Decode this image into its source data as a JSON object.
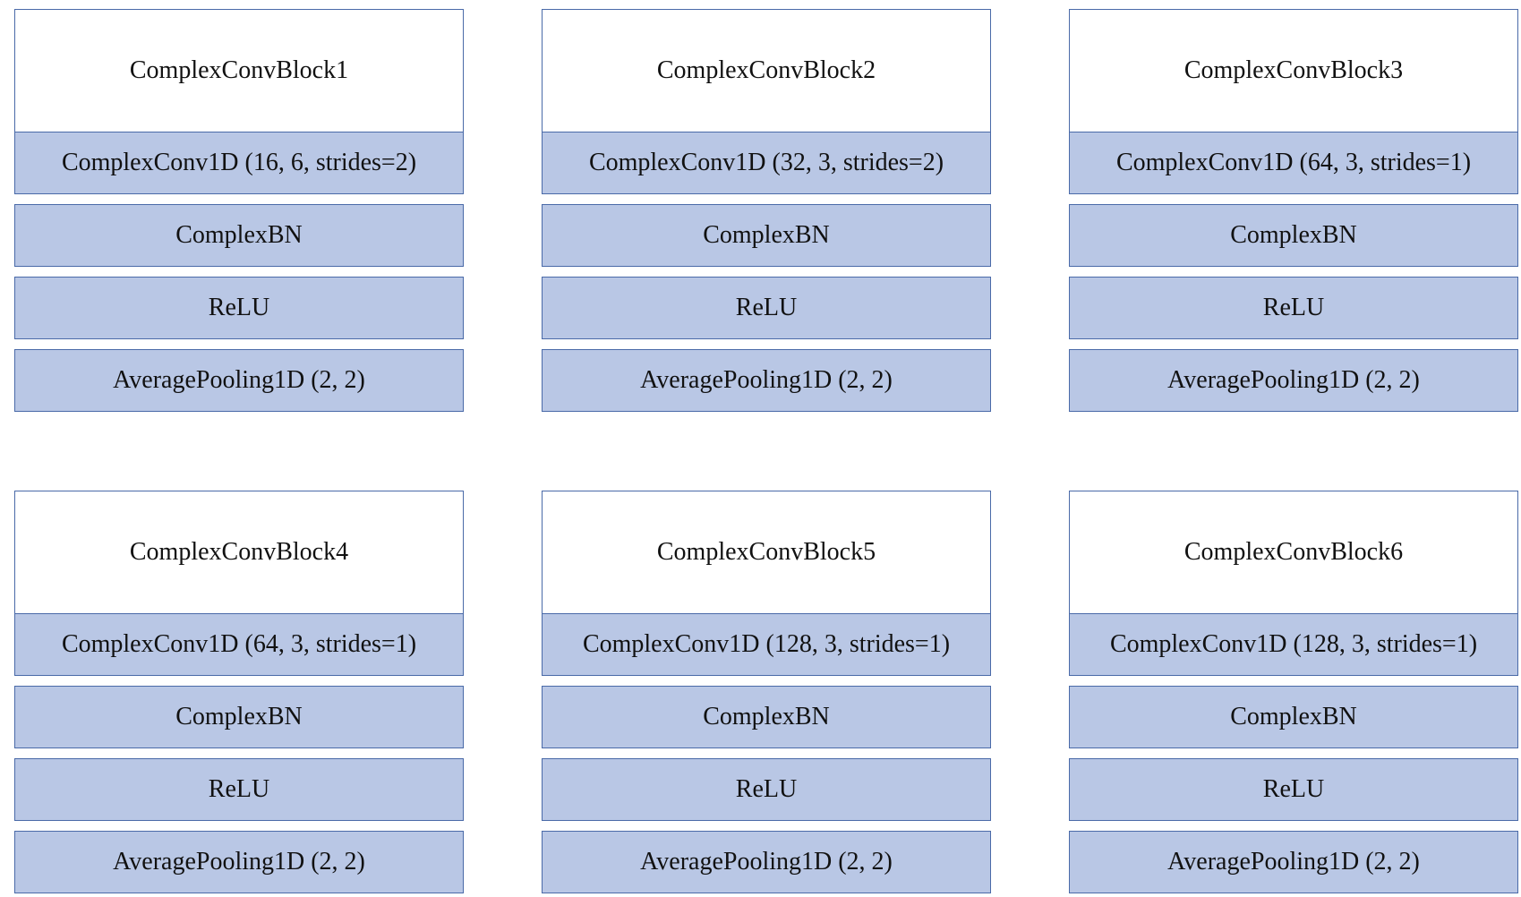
{
  "colors": {
    "layer_fill": "#b9c7e5",
    "border": "#4a6aa8",
    "header_fill": "#ffffff",
    "text": "#111111"
  },
  "blocks": [
    {
      "title": "ComplexConvBlock1",
      "layers": [
        "ComplexConv1D (16, 6, strides=2)",
        "ComplexBN",
        "ReLU",
        "AveragePooling1D (2, 2)"
      ]
    },
    {
      "title": "ComplexConvBlock2",
      "layers": [
        "ComplexConv1D (32, 3, strides=2)",
        "ComplexBN",
        "ReLU",
        "AveragePooling1D (2, 2)"
      ]
    },
    {
      "title": "ComplexConvBlock3",
      "layers": [
        "ComplexConv1D (64, 3, strides=1)",
        "ComplexBN",
        "ReLU",
        "AveragePooling1D (2, 2)"
      ]
    },
    {
      "title": "ComplexConvBlock4",
      "layers": [
        "ComplexConv1D (64, 3, strides=1)",
        "ComplexBN",
        "ReLU",
        "AveragePooling1D (2, 2)"
      ]
    },
    {
      "title": "ComplexConvBlock5",
      "layers": [
        "ComplexConv1D (128, 3, strides=1)",
        "ComplexBN",
        "ReLU",
        "AveragePooling1D (2, 2)"
      ]
    },
    {
      "title": "ComplexConvBlock6",
      "layers": [
        "ComplexConv1D (128, 3, strides=1)",
        "ComplexBN",
        "ReLU",
        "AveragePooling1D (2, 2)"
      ]
    }
  ]
}
